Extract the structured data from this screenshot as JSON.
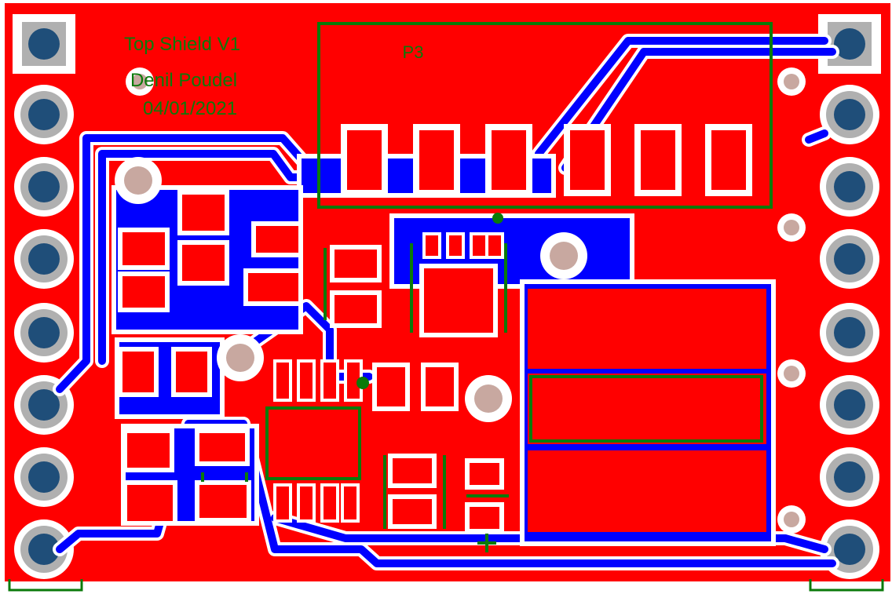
{
  "board": {
    "title_line1": "Top Shield V1",
    "title_line2": "Denil Poudel",
    "title_line3": "04/01/2021",
    "connector_ref": "P3",
    "polarity_mark": "+"
  },
  "colors": {
    "background": "#ffffff",
    "copper_top": "#ff0000",
    "copper_bottom": "#0000ff",
    "silkscreen": "#0a7a0a",
    "pad_ring": "#c0c0c0",
    "drill": "#1f4e79",
    "via": "#c8a8a0"
  },
  "layers": {
    "top_copper": "Top Layer",
    "bottom_copper": "Bottom Layer",
    "silkscreen": "Top Overlay"
  }
}
